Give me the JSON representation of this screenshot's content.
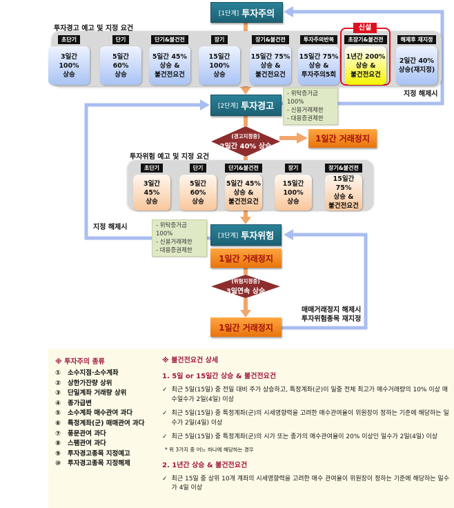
{
  "stage1": {
    "step": "[1단계]",
    "title": "투자주의"
  },
  "stage2": {
    "step": "[2단계]",
    "title": "투자경고",
    "restrictions": [
      "- 위탁증거금100%",
      "- 신용거래제한",
      "- 대용증권제한"
    ]
  },
  "stage3": {
    "step": "[3단계]",
    "title": "투자위험",
    "restrictions": [
      "- 위탁증거금100%",
      "- 신용거래제한",
      "- 대용증권제한"
    ]
  },
  "warning_section": {
    "title": "투자경고 예고 및 지정 요건",
    "new_badge": "신설",
    "items": [
      {
        "tag": "초단기",
        "text": "3일간\n100%\n상승"
      },
      {
        "tag": "단기",
        "text": "5일간\n60%\n상승"
      },
      {
        "tag": "단기&불건전",
        "text": "5일간 45%\n상승 &\n불건전요건"
      },
      {
        "tag": "장기",
        "text": "15일간\n100%\n상승"
      },
      {
        "tag": "장기&불건전",
        "text": "15일간 75%\n상승 &\n불건전요건"
      },
      {
        "tag": "투자주의반복",
        "text": "15일간 75%\n상승 &\n투자주의5회"
      },
      {
        "tag": "초장기&불건전",
        "text": "1년간 200%\n상승 &\n불건전요건"
      },
      {
        "tag": "해제후 재지정",
        "text": "2일간 40%\n상승(재지정)"
      }
    ]
  },
  "risk_section": {
    "title": "투자위험 예고 및 지정 요건",
    "items": [
      {
        "tag": "초단기",
        "text": "3일간\n45%\n상승"
      },
      {
        "tag": "단기",
        "text": "5일간\n60%\n상승"
      },
      {
        "tag": "단기&불건전",
        "text": "5일간 45%\n상승 &\n불건전요건"
      },
      {
        "tag": "장기",
        "text": "15일간\n100%\n상승"
      },
      {
        "tag": "장기&불건전",
        "text": "15일간 75%\n상승 &\n불건전요건"
      }
    ]
  },
  "decision1": {
    "sub": "(경고지정중)",
    "main": "2일간 40% 상승"
  },
  "decision2": {
    "sub": "(위험지정중)",
    "main": "3일연속 상승"
  },
  "halt": {
    "label": "1일간 거래정지"
  },
  "labels": {
    "release_right": "지정 해제시",
    "release_left": "지정 해제시",
    "redesignate_1": "매매거래정지 해제시",
    "redesignate_2": "투자위험종목 재지정"
  },
  "types": {
    "title": "※ 투자주의 종류",
    "items": [
      {
        "n": "①",
        "t": "소수지점·소수계좌"
      },
      {
        "n": "②",
        "t": "상한가잔량 상위"
      },
      {
        "n": "③",
        "t": "단일계좌 거래량 상위"
      },
      {
        "n": "④",
        "t": "종가급변"
      },
      {
        "n": "⑤",
        "t": "소수계좌 매수관여 과다"
      },
      {
        "n": "⑥",
        "t": "특정계좌(군) 매매관여 과다"
      },
      {
        "n": "⑦",
        "t": "풍문관여 과다"
      },
      {
        "n": "⑧",
        "t": "스팸관여 과다"
      },
      {
        "n": "⑨",
        "t": "투자경고종목 지정예고"
      },
      {
        "n": "⑩",
        "t": "투자경고종목 지정해제"
      }
    ]
  },
  "details": {
    "title": "※ 불건전요건 상세",
    "h1": "1.   5일 or 15일간 상승 & 불건전요건",
    "c1": [
      "최근 5일(15일) 중 전일 대비 주가 상승하고, 특정계좌(군)이 일중 전체 최고가 매수거래량의 10% 이상 매수일수가 2일(4일) 이상",
      "최근 5일(15일) 중 특정계좌(군)의 시세영향력을 고려한 매수관여율이 위원장이 정하는 기준에 해당하는 일수가 2일(4일) 이상",
      "최근 5일(15일) 중 특정계좌(군)의 시가 또는 종가의 매수관여율이 20% 이상인 일수가 2일(4일) 이상"
    ],
    "note": "* 위 3가지 중 어느 하나에 해당하는 경우",
    "h2": "2. 1년간 상승 & 불건전요건",
    "c2": [
      "최근 15일 중 상위 10개 계좌의 시세영향력을 고려한 매수 관여율이 위원장이 정하는 기준에 해당하는 일수가 4일 이상"
    ],
    "check": "✓"
  },
  "colors": {
    "teal": "#1d6174",
    "orange": "#f08a24",
    "blue_line": "#a9bdf0",
    "diamond": "#8e2d2d",
    "accent_red": "#a0183c"
  }
}
